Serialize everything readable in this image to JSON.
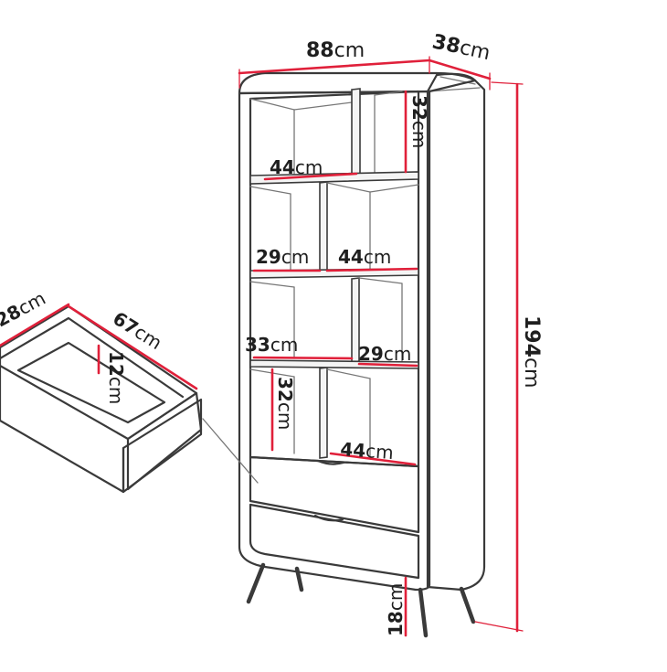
{
  "diagram": {
    "unit": "cm",
    "dimensions": {
      "width": "88",
      "depth": "38",
      "height": "194",
      "leg_height": "18",
      "top_compartment_height": "32",
      "top_compartment_width": "44",
      "row2_left_width": "29",
      "row2_right_width": "44",
      "row3_left_width": "33",
      "row3_right_width": "29",
      "row4_height": "32",
      "row4_width": "44",
      "drawer_width": "67",
      "drawer_depth": "28",
      "drawer_height": "12"
    },
    "colors": {
      "outline": "#3a3a3a",
      "dimension": "#e0203a",
      "text": "#1f1f1f"
    }
  }
}
